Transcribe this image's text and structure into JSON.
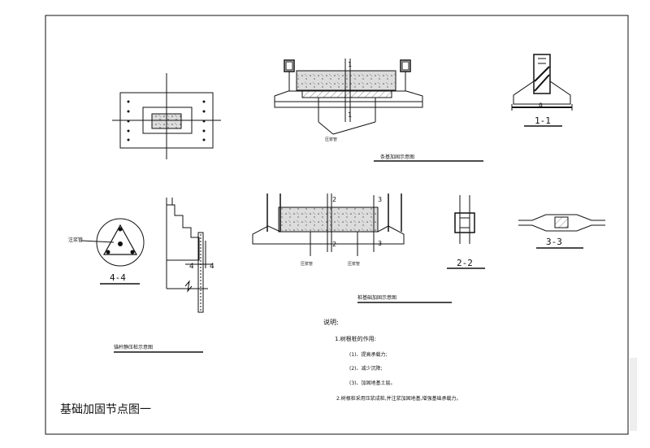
{
  "sheet_title": "基础加固节点图一",
  "drawings": {
    "top_center_caption": "条基加固示意图",
    "mid_center_caption": "桩基础加固示意图",
    "left_caption": "锚杆静压桩示意图",
    "side_label": "注浆管",
    "mark_1": "1",
    "mark_2": "2",
    "mark_3": "3",
    "mark_4": "4",
    "dim_a": "a",
    "note_small_1": "压浆管",
    "note_small_2": "压浆管",
    "note_small_3": "压浆管"
  },
  "sections": {
    "s11": "1-1",
    "s22": "2-2",
    "s33": "3-3",
    "s44": "4-4"
  },
  "notes": {
    "heading": "说明:",
    "item1": "1.树根桩的作用:",
    "sub1": "(1)、提高承载力;",
    "sub2": "(2)、减少沉降;",
    "sub3": "(3)、加固地基土层。",
    "item2": "2.树根桩采用压浆成桩,并注浆加固地基,增强基础承载力。"
  }
}
